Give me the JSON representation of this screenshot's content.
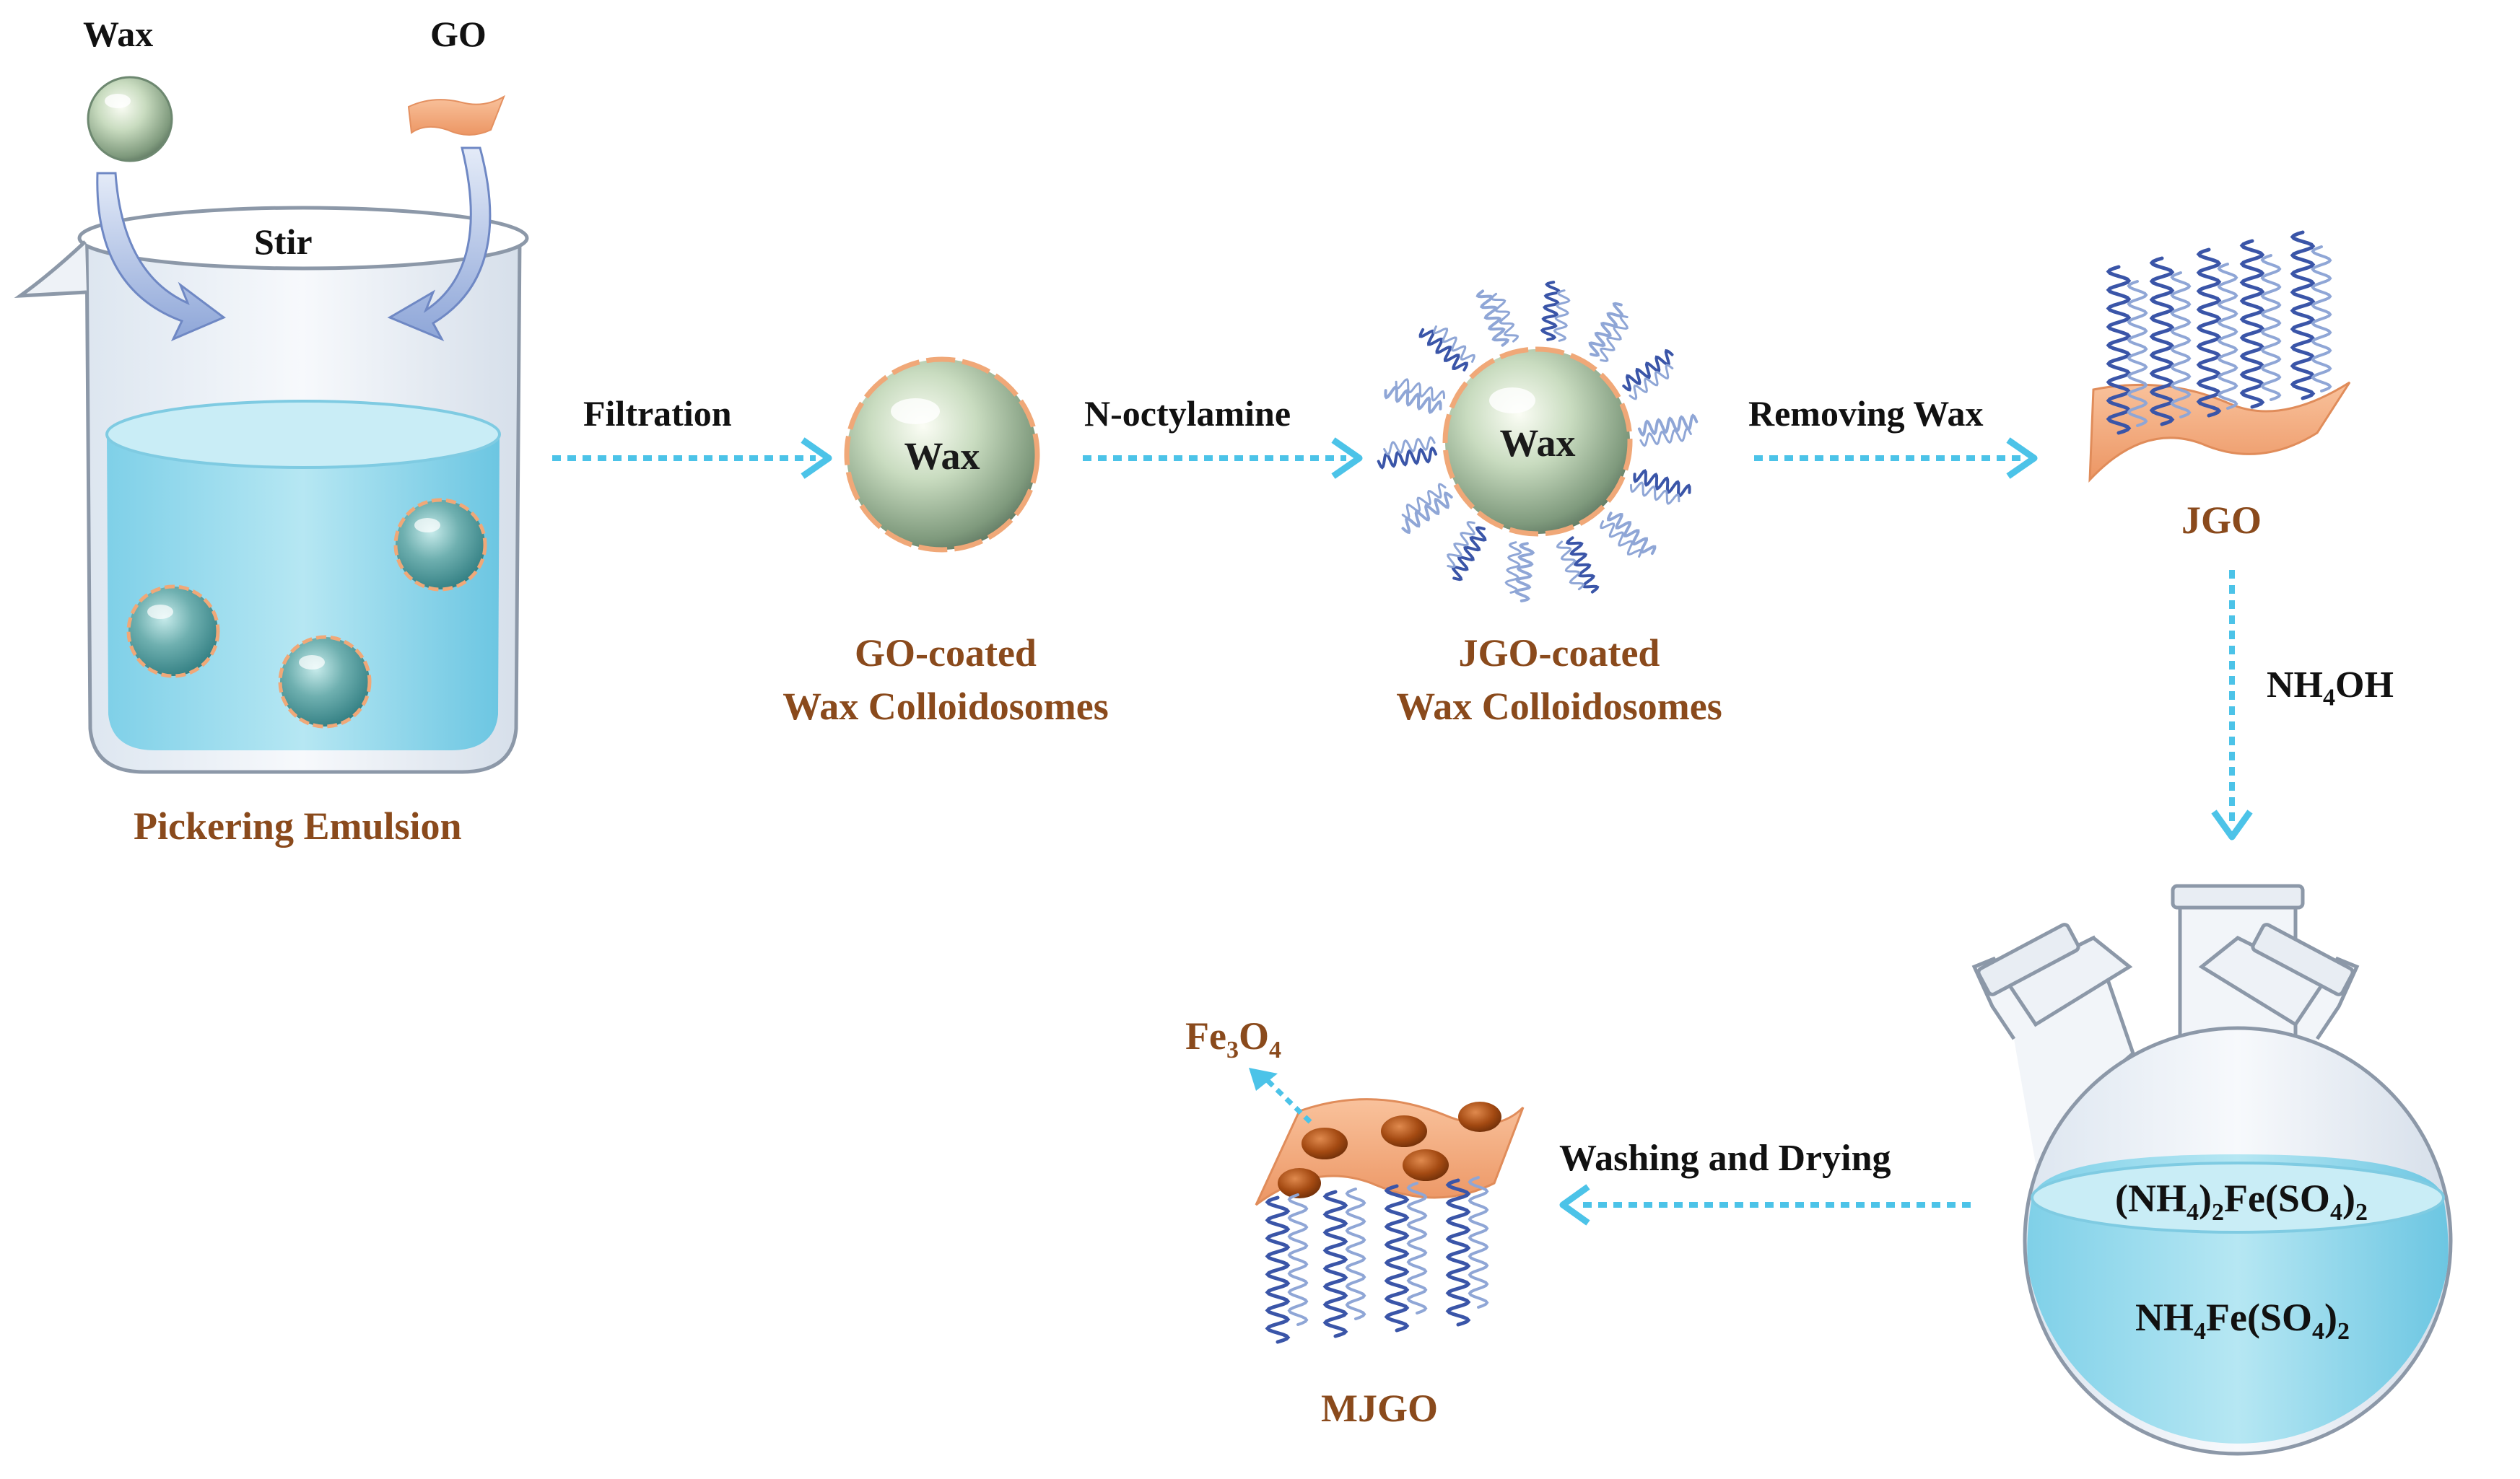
{
  "inputs": {
    "wax": "Wax",
    "go": "GO"
  },
  "stir": "Stir",
  "stages": {
    "pickering": "Pickering Emulsion",
    "go_coated": [
      "GO-coated",
      "Wax  Colloidosomes"
    ],
    "jgo_coated": [
      "JGO-coated",
      "Wax  Colloidosomes"
    ],
    "jgo": "JGO",
    "mjgo": "MJGO"
  },
  "steps": {
    "filtration": "Filtration",
    "octylamine": "N-octylamine",
    "removing_wax": "Removing Wax",
    "ammonia": {
      "base": "NH",
      "sub": "4",
      "tail": "OH"
    },
    "washing": "Washing  and Drying"
  },
  "sphere_label": "Wax",
  "fe3o4": {
    "a": "Fe",
    "s1": "3",
    "b": "O",
    "s2": "4"
  },
  "flask_solution": {
    "line1": {
      "a": "(NH",
      "s1": "4",
      "b": ")",
      "s2": "2",
      "c": "Fe(SO",
      "s3": "4",
      "d": ")",
      "s4": "2"
    },
    "line2": {
      "a": "NH",
      "s1": "4",
      "b": "Fe(SO",
      "s2": "4",
      "c": ")",
      "s3": "2"
    }
  },
  "colors": {
    "arrow": "#4cc3e8",
    "label_brown": "#8a4a1c",
    "sheet": "#f4a878",
    "water": "#9fdcee",
    "chain_dark": "#3a55a8",
    "chain_light": "#8fa6d6",
    "particle": "#a44a12"
  }
}
